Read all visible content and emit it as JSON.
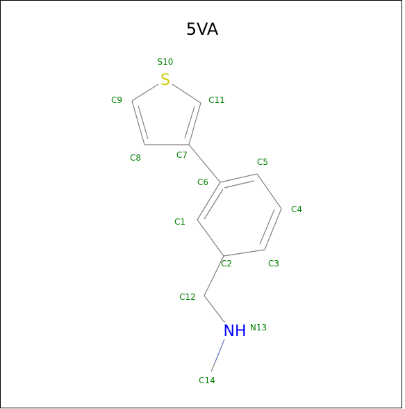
{
  "title": "5VA",
  "colors": {
    "border": "#000000",
    "bond": "#7f7f7f",
    "label": "#008000",
    "sulfur": "#cccc00",
    "nitrogen": "#0000ff",
    "nitrogen_bond": "#5a6fc0"
  },
  "atoms": {
    "S10": {
      "symbol": "S",
      "label": "S10"
    },
    "C9": {
      "label": "C9"
    },
    "C11": {
      "label": "C11"
    },
    "C8": {
      "label": "C8"
    },
    "C7": {
      "label": "C7"
    },
    "C6": {
      "label": "C6"
    },
    "C5": {
      "label": "C5"
    },
    "C4": {
      "label": "C4"
    },
    "C1": {
      "label": "C1"
    },
    "C2": {
      "label": "C2"
    },
    "C3": {
      "label": "C3"
    },
    "C12": {
      "label": "C12"
    },
    "N13": {
      "symbol": "NH",
      "label": "N13"
    },
    "C14": {
      "label": "C14"
    }
  }
}
